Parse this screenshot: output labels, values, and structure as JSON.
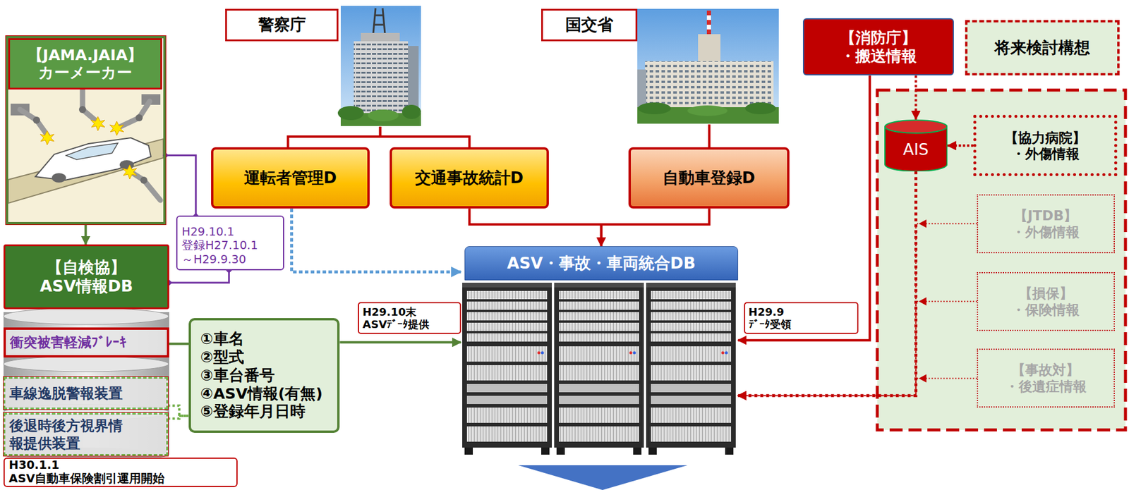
{
  "diagram": {
    "nodes": [
      {
        "text": [
          "【JAMA.JAIA】 カーメーカー"
        ]
      },
      {
        "text": [
          "警察庁"
        ]
      },
      {
        "text": [
          "国交省"
        ]
      },
      {
        "text": [
          "【消防庁】 ・搬送情報"
        ]
      },
      {
        "text": [
          "将来検討構想"
        ]
      },
      {
        "text": [
          "AIS"
        ],
        "in": 4
      },
      {
        "text": [
          "【協力病院】 ・外傷情報"
        ],
        "in": 4
      },
      {
        "text": [
          "運転者管理D"
        ]
      },
      {
        "text": [
          "交通事故統計D"
        ]
      },
      {
        "text": [
          "自動車登録D"
        ]
      },
      {
        "text": [
          "【JTDB】 ・外傷情報"
        ],
        "in": 4
      },
      {
        "text": [
          "H29.10.1 登録H27.10.1 ～H29.9.30"
        ]
      },
      {
        "text": [
          "【自検協】 ASV情報DB"
        ]
      },
      {
        "text": [
          "ASV・事故・車両統合DB"
        ]
      },
      {
        "text": [
          "【損保】 ・保険情報"
        ],
        "in": 4
      },
      {
        "text": [
          "衝突被害軽減ﾌﾞﾚｰｷ"
        ]
      },
      {
        "text": [
          "①車名 ②型式 ③車台番号 ④ASV情報(有無) ⑤登録年月日時"
        ]
      },
      {
        "text": [
          "H29.10末 ASVﾃﾞｰﾀ提供"
        ]
      },
      {
        "text": [
          "H29.9 ﾃﾞｰﾀ受領"
        ]
      },
      {
        "text": [
          "【事故対】 ・後遺症情報"
        ],
        "in": 4
      },
      {
        "text": [
          "車線逸脱警報装置"
        ]
      },
      {
        "text": [
          "後退時後方視界情報提供装置"
        ]
      },
      {
        "text": [
          "H30.1.1 ASV自動車保険割引運用開始"
        ]
      }
    ],
    "edges": [
      {
        "from": 0,
        "to": 12,
        "arrow": "to"
      },
      {
        "from": 0,
        "to": 11,
        "arrow": "none"
      },
      {
        "from": 11,
        "to": 12,
        "arrow": "none"
      },
      {
        "from": 1,
        "to": 7,
        "arrow": "none"
      },
      {
        "from": 1,
        "to": 8,
        "arrow": "none"
      },
      {
        "from": 2,
        "to": 9,
        "arrow": "none"
      },
      {
        "from": 8,
        "to": 13,
        "arrow": "to"
      },
      {
        "from": 9,
        "to": 13,
        "arrow": "to"
      },
      {
        "from": 7,
        "to": 13,
        "arrow": "to"
      },
      {
        "from": 15,
        "to": 16,
        "arrow": "none"
      },
      {
        "from": 20,
        "to": 16,
        "arrow": "none"
      },
      {
        "from": 21,
        "to": 16,
        "arrow": "none"
      },
      {
        "from": 16,
        "to": 13,
        "arrow": "to"
      },
      {
        "from": 3,
        "to": 13,
        "arrow": "to"
      },
      {
        "from": 3,
        "to": 5,
        "arrow": "to"
      },
      {
        "from": 6,
        "to": 5,
        "arrow": "to"
      },
      {
        "from": 5,
        "to": 13,
        "arrow": "to"
      },
      {
        "from": 10,
        "to": 13,
        "arrow": "to"
      },
      {
        "from": 14,
        "to": 13,
        "arrow": "to"
      },
      {
        "from": 19,
        "to": 13,
        "arrow": "to"
      }
    ]
  }
}
